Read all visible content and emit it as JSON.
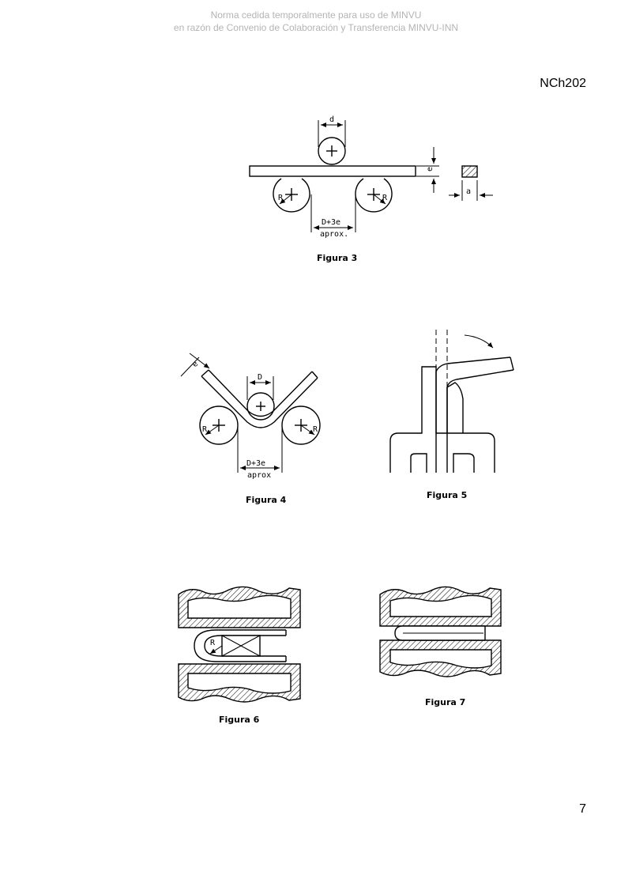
{
  "watermark": {
    "line1": "Norma cedida temporalmente para uso de MINVU",
    "line2": "en razón de Convenio de Colaboración y Transferencia MINVU-INN"
  },
  "header": {
    "standard_code": "NCh202"
  },
  "figures": {
    "fig3": {
      "caption": "Figura 3",
      "label_d": "d",
      "label_e": "e",
      "label_a": "a",
      "label_r": "R",
      "spacing_line1": "D+3e",
      "spacing_line2": "aprox."
    },
    "fig4": {
      "caption": "Figura 4",
      "label_e": "e",
      "label_d": "D",
      "label_r": "R",
      "spacing_line1": "D+3e",
      "spacing_line2": "aprox"
    },
    "fig5": {
      "caption": "Figura 5"
    },
    "fig6": {
      "caption": "Figura 6",
      "label_r": "R"
    },
    "fig7": {
      "caption": "Figura 7"
    }
  },
  "footer": {
    "page_number": "7"
  }
}
